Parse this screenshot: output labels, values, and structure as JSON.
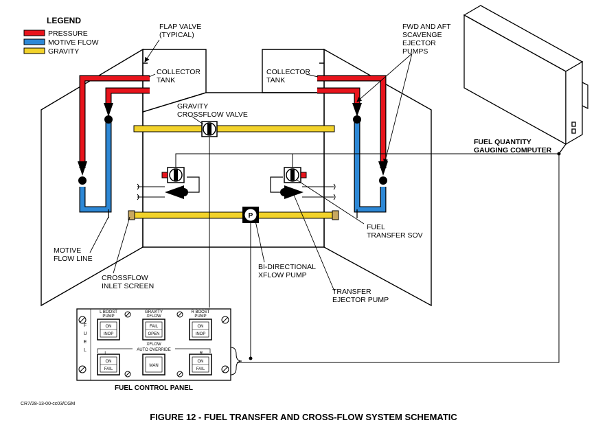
{
  "legend": {
    "title": "LEGEND",
    "items": [
      {
        "label": "PRESSURE",
        "color": "#e8141c"
      },
      {
        "label": "MOTIVE FLOW",
        "color": "#2d88d6"
      },
      {
        "label": "GRAVITY",
        "color": "#f2d22a"
      }
    ]
  },
  "labels": {
    "flap_valve": [
      "FLAP VALVE",
      "(TYPICAL)"
    ],
    "collector_left": [
      "COLLECTOR",
      "TANK"
    ],
    "collector_right": [
      "COLLECTOR",
      "TANK"
    ],
    "gravity_xfv": [
      "GRAVITY",
      "CROSSFLOW VALVE"
    ],
    "scavenge": [
      "FWD AND AFT",
      "SCAVENGE",
      "EJECTOR",
      "PUMPS"
    ],
    "fqgc": [
      "FUEL QUANTITY",
      "GAUGING COMPUTER"
    ],
    "fuel_sov": [
      "FUEL",
      "TRANSFER SOV"
    ],
    "motive": [
      "MOTIVE",
      "FLOW LINE"
    ],
    "crossflow_screen": [
      "CROSSFLOW",
      "INLET SCREEN"
    ],
    "bidir": [
      "BI-DIRECTIONAL",
      "XFLOW PUMP"
    ],
    "transfer_ejector": [
      "TRANSFER",
      "EJECTOR PUMP"
    ],
    "pump_symbol": "P"
  },
  "panel": {
    "title": "FUEL CONTROL PANEL",
    "side_label": [
      "F",
      "U",
      "E",
      "L"
    ],
    "l_boost": [
      "L BOOST",
      "PUMP"
    ],
    "gravity_xflow": [
      "GRAVITY",
      "XFLOW"
    ],
    "r_boost": [
      "R BOOST",
      "PUMP"
    ],
    "xflow": "XFLOW",
    "auto_override": "AUTO OVERRIDE",
    "l": "L",
    "r": "R",
    "btn_on": "ON",
    "btn_inop": "INOP",
    "btn_fail": "FAIL",
    "btn_open": "OPEN",
    "btn_man": "MAN"
  },
  "ref_code": "CR7/28-13-00-cc03/CGM",
  "figure_caption": "FIGURE 12 - FUEL TRANSFER AND CROSS-FLOW SYSTEM SCHEMATIC"
}
